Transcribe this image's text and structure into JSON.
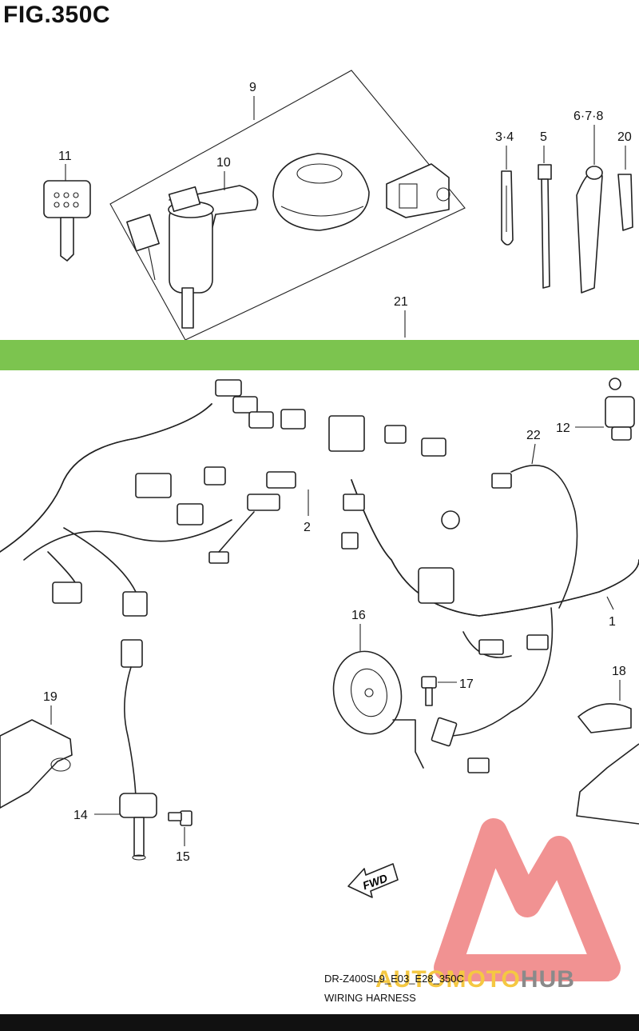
{
  "figure": {
    "title": "FIG.350C",
    "model_code": "DR-Z400SL9_E03_E28_350C",
    "section_name": "WIRING HARNESS",
    "direction_label": "FWD"
  },
  "callouts": [
    "9",
    "10",
    "11",
    "3·4",
    "5",
    "6·7·8",
    "20",
    "21",
    "22",
    "12",
    "2",
    "1",
    "16",
    "17",
    "18",
    "19",
    "14",
    "15"
  ],
  "watermark": {
    "brand_a": "AUTOMOTO",
    "brand_b": "HUB",
    "colors": {
      "logo": "#ef7f7f",
      "brand_a": "#f5c842",
      "brand_b": "#8a8a8a",
      "banner": "#7cc44f"
    }
  }
}
